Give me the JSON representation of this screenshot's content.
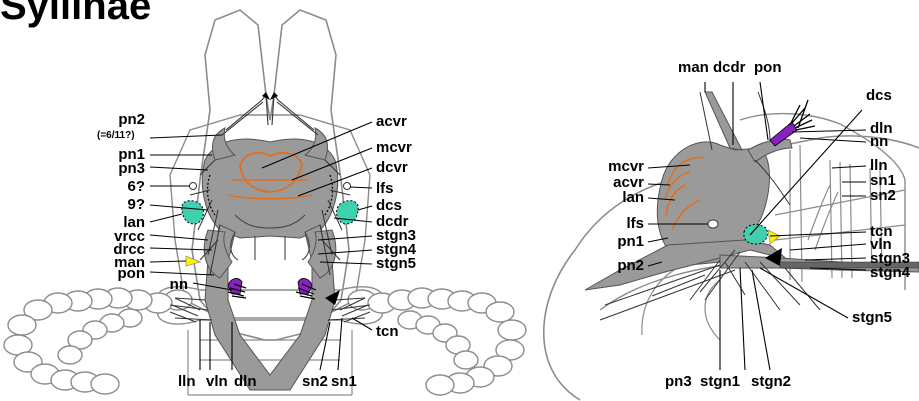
{
  "title": "Syllinae",
  "colors": {
    "body_gray": "#9a9a9a",
    "outline_gray": "#8c8c8c",
    "nerve_orange": "#e07020",
    "organ_teal": "#40d0b0",
    "eye_purple": "#8a20c0",
    "arrow_yellow": "#ffee00",
    "line_black": "#000000"
  },
  "left_view": {
    "left_labels": [
      {
        "id": "pn2",
        "text": "pn2"
      },
      {
        "id": "pn2-note",
        "text": "(=6/11?)"
      },
      {
        "id": "pn1",
        "text": "pn1"
      },
      {
        "id": "pn3",
        "text": "pn3"
      },
      {
        "id": "6q",
        "text": "6?"
      },
      {
        "id": "9q",
        "text": "9?"
      },
      {
        "id": "lan",
        "text": "lan"
      },
      {
        "id": "vrcc",
        "text": "vrcc"
      },
      {
        "id": "drcc",
        "text": "drcc"
      },
      {
        "id": "man",
        "text": "man"
      },
      {
        "id": "pon",
        "text": "pon"
      },
      {
        "id": "nn",
        "text": "nn"
      }
    ],
    "right_labels": [
      {
        "id": "acvr",
        "text": "acvr"
      },
      {
        "id": "mcvr",
        "text": "mcvr"
      },
      {
        "id": "dcvr",
        "text": "dcvr"
      },
      {
        "id": "lfs",
        "text": "lfs"
      },
      {
        "id": "dcs",
        "text": "dcs"
      },
      {
        "id": "dcdr",
        "text": "dcdr"
      },
      {
        "id": "stgn3",
        "text": "stgn3"
      },
      {
        "id": "stgn4",
        "text": "stgn4"
      },
      {
        "id": "stgn5",
        "text": "stgn5"
      },
      {
        "id": "tcn",
        "text": "tcn"
      }
    ],
    "bottom_labels": [
      {
        "id": "lln",
        "text": "lln"
      },
      {
        "id": "vln",
        "text": "vln"
      },
      {
        "id": "dln",
        "text": "dln"
      },
      {
        "id": "sn2",
        "text": "sn2"
      },
      {
        "id": "sn1",
        "text": "sn1"
      }
    ]
  },
  "right_view": {
    "top_labels": [
      {
        "id": "man",
        "text": "man"
      },
      {
        "id": "dcdr",
        "text": "dcdr"
      },
      {
        "id": "pon",
        "text": "pon"
      },
      {
        "id": "dcs",
        "text": "dcs"
      }
    ],
    "left_labels": [
      {
        "id": "mcvr",
        "text": "mcvr"
      },
      {
        "id": "acvr",
        "text": "acvr"
      },
      {
        "id": "lan",
        "text": "lan"
      },
      {
        "id": "lfs",
        "text": "lfs"
      },
      {
        "id": "pn1",
        "text": "pn1"
      },
      {
        "id": "pn2",
        "text": "pn2"
      }
    ],
    "right_labels": [
      {
        "id": "dln",
        "text": "dln"
      },
      {
        "id": "nn",
        "text": "nn"
      },
      {
        "id": "lln",
        "text": "lln"
      },
      {
        "id": "sn1",
        "text": "sn1"
      },
      {
        "id": "sn2",
        "text": "sn2"
      },
      {
        "id": "tcn",
        "text": "tcn"
      },
      {
        "id": "vln",
        "text": "vln"
      },
      {
        "id": "stgn3",
        "text": "stgn3"
      },
      {
        "id": "stgn4",
        "text": "stgn4"
      },
      {
        "id": "stgn5",
        "text": "stgn5"
      }
    ],
    "bottom_labels": [
      {
        "id": "pn3",
        "text": "pn3"
      },
      {
        "id": "stgn1",
        "text": "stgn1"
      },
      {
        "id": "stgn2",
        "text": "stgn2"
      }
    ]
  }
}
